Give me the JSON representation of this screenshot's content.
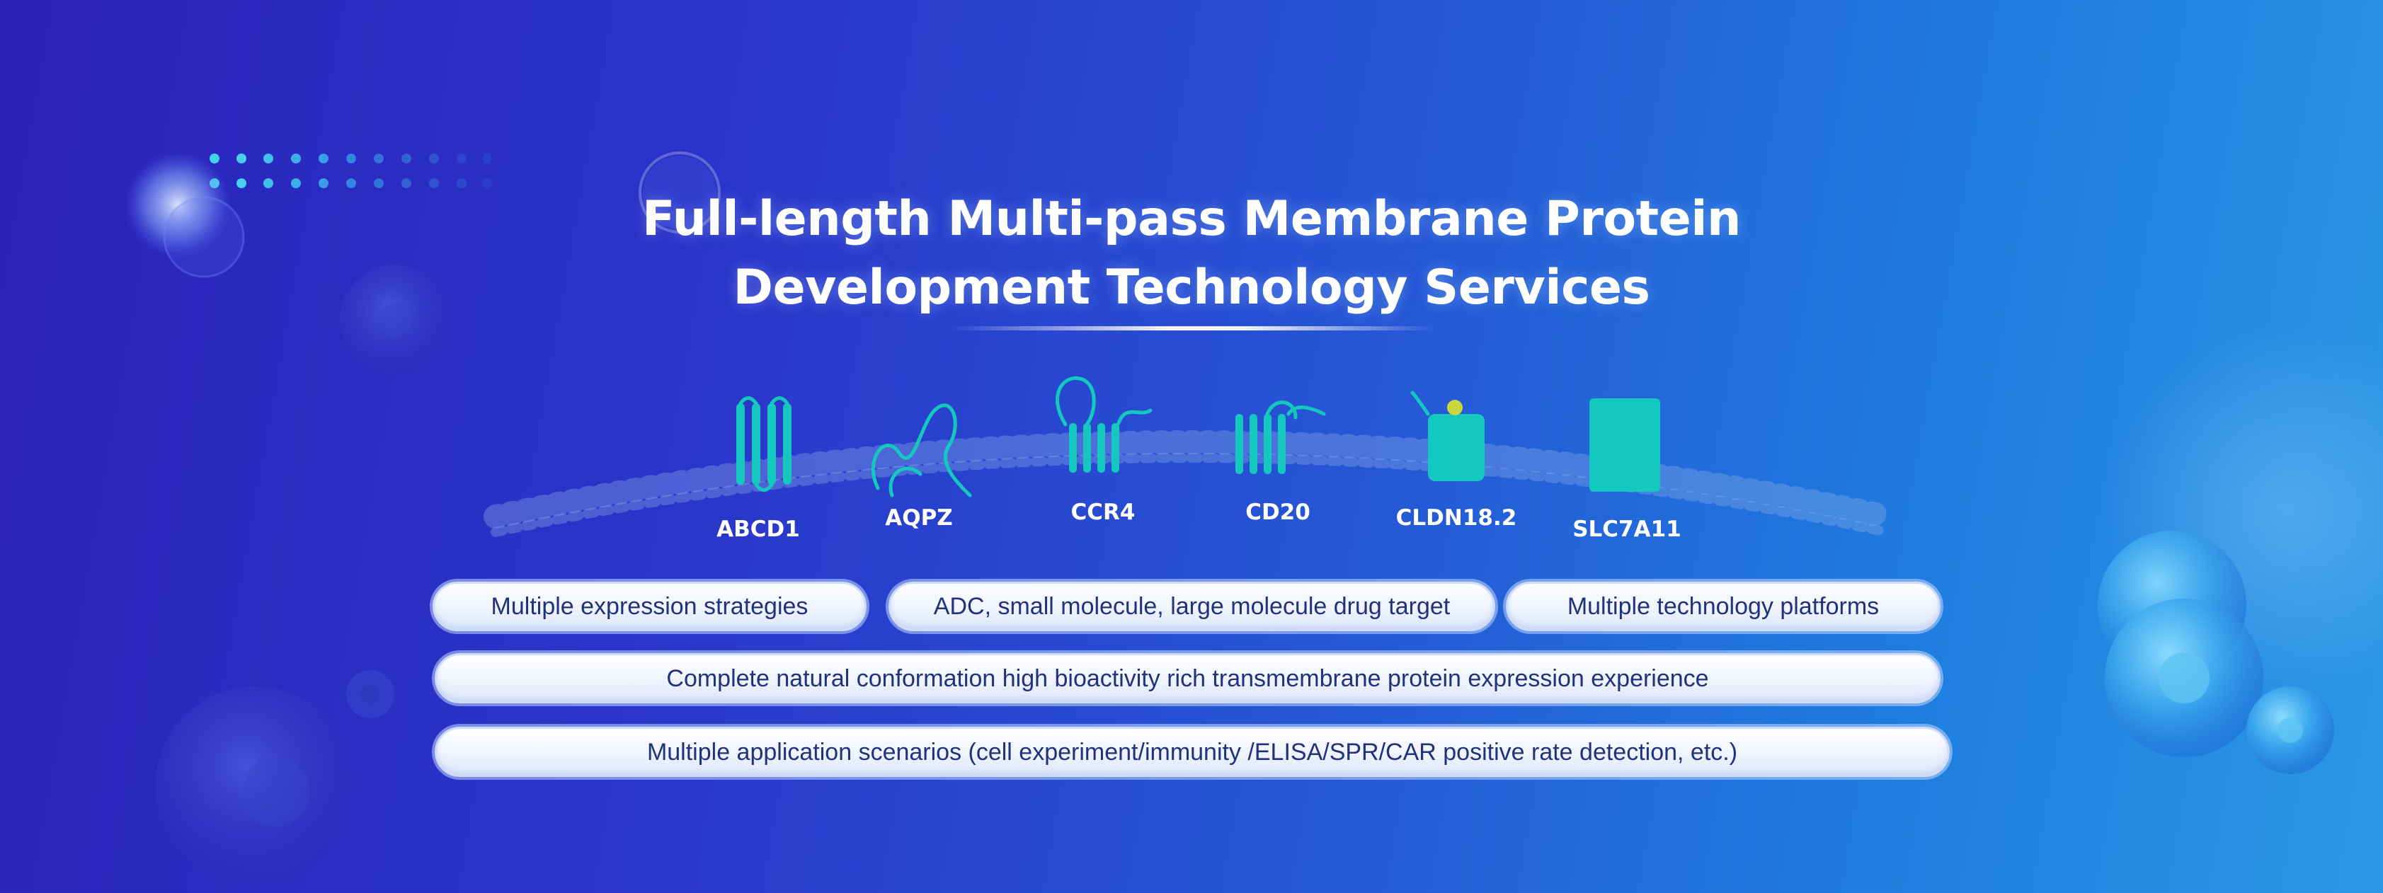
{
  "title": {
    "line1": "Full-length Multi-pass Membrane Protein",
    "line2": "Development Technology Services"
  },
  "proteins": [
    {
      "label": "ABCD1"
    },
    {
      "label": "AQPZ"
    },
    {
      "label": "CCR4"
    },
    {
      "label": "CD20"
    },
    {
      "label": "CLDN18.2"
    },
    {
      "label": "SLC7A11"
    }
  ],
  "features": {
    "row1": [
      "Multiple expression strategies",
      "ADC, small molecule, large molecule drug target",
      "Multiple technology platforms"
    ],
    "row2": "Complete natural conformation high bioactivity rich transmembrane protein expression experience",
    "row3": "Multiple application scenarios (cell experiment/immunity /ELISA/SPR/CAR positive rate detection, etc.)"
  },
  "colors": {
    "protein": "#14c8c0",
    "ligand": "#c9d73a",
    "membrane": "#8fb2ec"
  }
}
